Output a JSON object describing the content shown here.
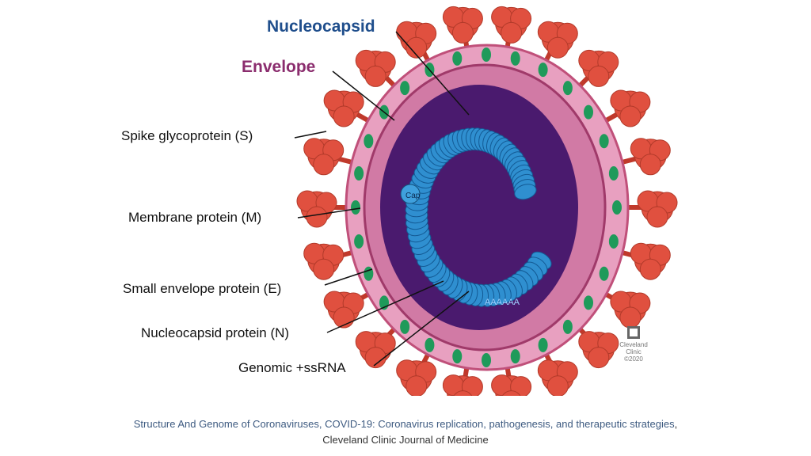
{
  "labels": {
    "nucleocapsid": "Nucleocapsid",
    "envelope": "Envelope",
    "spike": "Spike glycoprotein (S)",
    "membrane": "Membrane protein (M)",
    "small_envelope": "Small envelope protein (E)",
    "nucleocapsid_protein": "Nucleocapsid protein (N)",
    "genomic": "Genomic +ssRNA",
    "cap": "Cap",
    "polya": "AAAAAA"
  },
  "logo": {
    "name": "Cleveland Clinic",
    "copyright": "©2020"
  },
  "caption": {
    "link": "Structure And Genome of Coronaviruses, COVID-19: Coronavirus replication, pathogenesis, and therapeutic strategies",
    "source": ", Cleveland Clinic Journal of Medicine"
  },
  "colors": {
    "nucleocapsid": "#1f4e8c",
    "envelope": "#8b2d6e",
    "spike": "#e0503f",
    "core": "#4a1a6e",
    "rna": "#2f8fd0"
  }
}
